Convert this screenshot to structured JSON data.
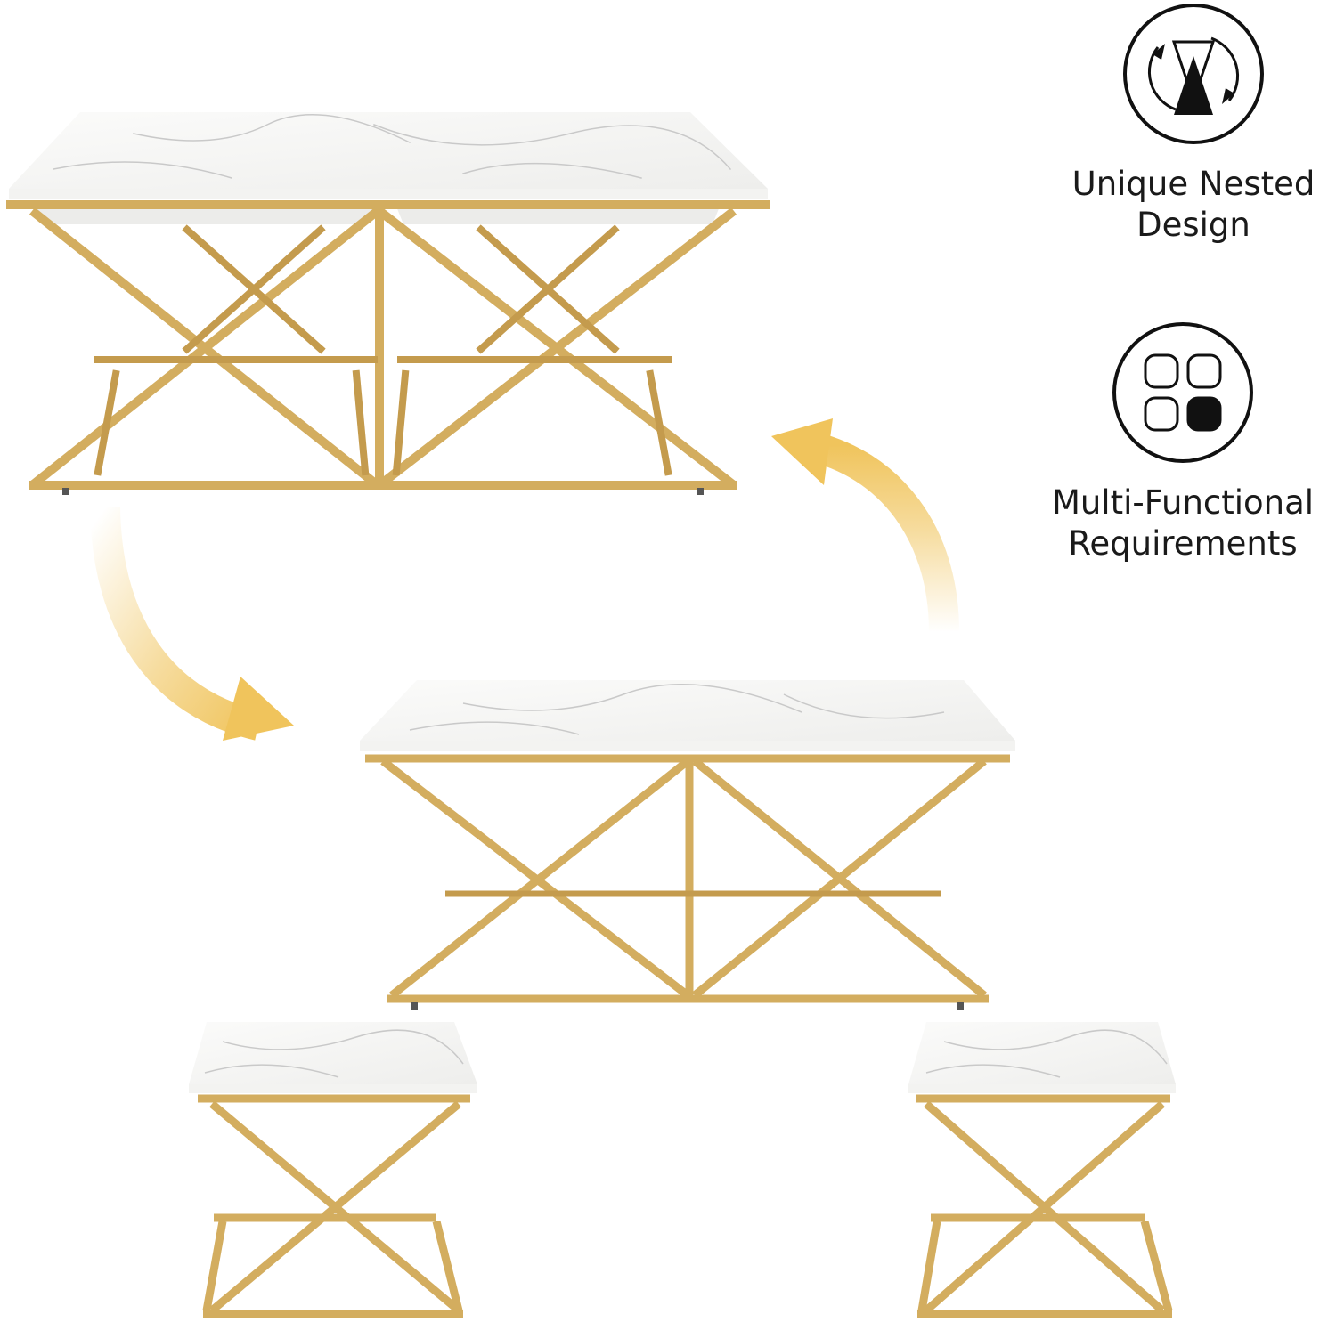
{
  "features": [
    {
      "icon": "nested-triangle-rotate-icon",
      "line1": "Unique Nested",
      "line2": "Design"
    },
    {
      "icon": "four-squares-icon",
      "line1": "Multi-Functional",
      "line2": "Requirements"
    }
  ],
  "colors": {
    "gold_frame": "#d3ad5f",
    "gold_frame_dark": "#b98f3f",
    "marble": "#f6f6f4",
    "marble_vein": "#c8c8c8",
    "arrow_gold": "#f0c45c",
    "icon_ink": "#111111"
  }
}
